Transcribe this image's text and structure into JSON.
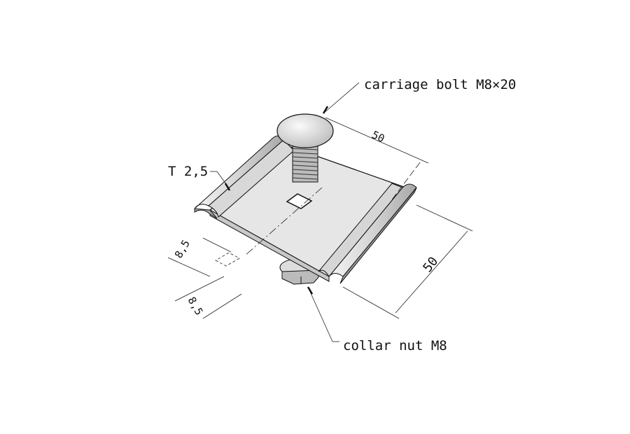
{
  "labels": {
    "bolt": "carriage bolt M8×20",
    "nut": "collar nut M8",
    "thickness": "T 2,5"
  },
  "dimensions": {
    "width": "50",
    "depth": "50",
    "hole_offset_1": "8,5",
    "hole_offset_2": "8,5"
  }
}
